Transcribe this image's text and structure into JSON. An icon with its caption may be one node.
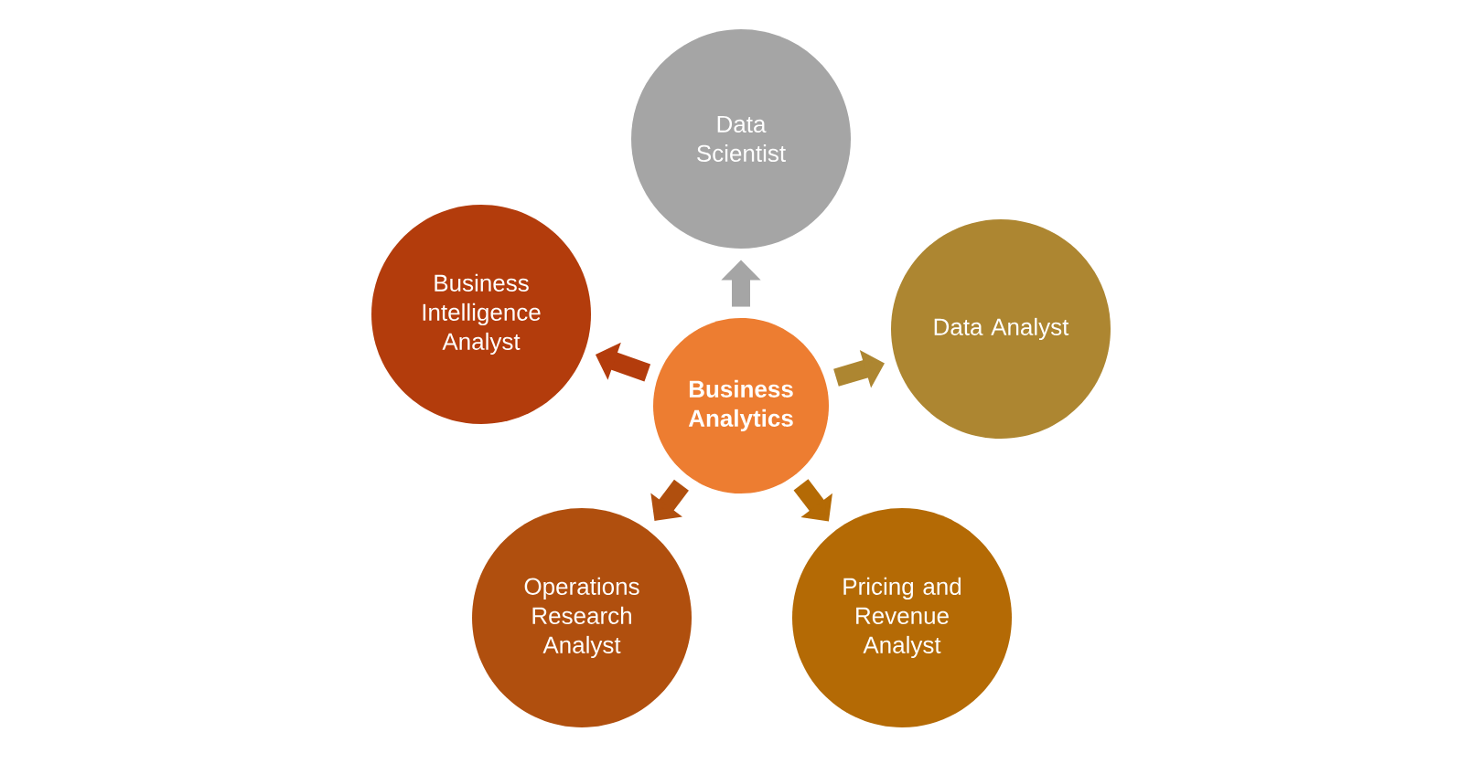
{
  "diagram": {
    "nodes": [
      {
        "text": [
          "Data Scientist"
        ]
      },
      {
        "text": [
          "Business Intelligence Analyst"
        ]
      },
      {
        "text": [
          "Business Analytics"
        ]
      },
      {
        "text": [
          "Data Analyst"
        ]
      },
      {
        "text": [
          "Operations Research Analyst"
        ]
      },
      {
        "text": [
          "Pricing and Revenue Analyst"
        ]
      }
    ],
    "edges": [
      {
        "from": 2,
        "to": 0,
        "arrow": "to",
        "color": "#a5a5a5"
      },
      {
        "from": 2,
        "to": 1,
        "arrow": "to",
        "color": "#b33c0c"
      },
      {
        "from": 2,
        "to": 3,
        "arrow": "to",
        "color": "#ad8631"
      },
      {
        "from": 2,
        "to": 4,
        "arrow": "to",
        "color": "#b04f0e"
      },
      {
        "from": 2,
        "to": 5,
        "arrow": "to",
        "color": "#b46a05"
      }
    ]
  }
}
